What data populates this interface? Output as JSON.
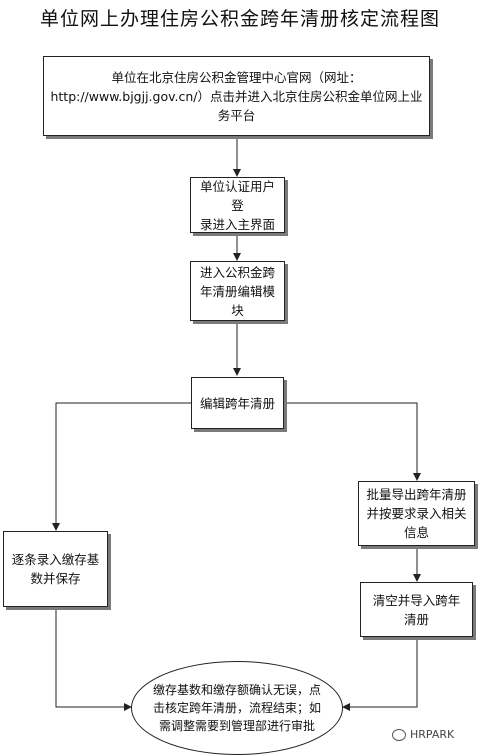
{
  "diagram": {
    "title": "单位网上办理住房公积金跨年清册核定流程图",
    "nodes": {
      "start": "单位在北京住房公积金管理中心官网（网址：\nhttp://www.bjgjj.gov.cn/）点击并进入北京住房公积金单位网上业\n务平台",
      "login": "单位认证用户登\n录进入主界面",
      "enter_module": "进入公积金跨\n年清册编辑模\n块",
      "edit": "编辑跨年清册",
      "entry_each": "逐条录入缴存基\n数并保存",
      "batch_export": "批量导出跨年清册\n并按要求录入相关\n信息",
      "clear_import": "清空并导入跨年\n清册",
      "confirm": "缴存基数和缴存额确认无误，点\n击核定跨年清册，流程结束；如\n需调整需要到管理部进行审批"
    }
  },
  "watermark": {
    "text": "HRPARK"
  }
}
